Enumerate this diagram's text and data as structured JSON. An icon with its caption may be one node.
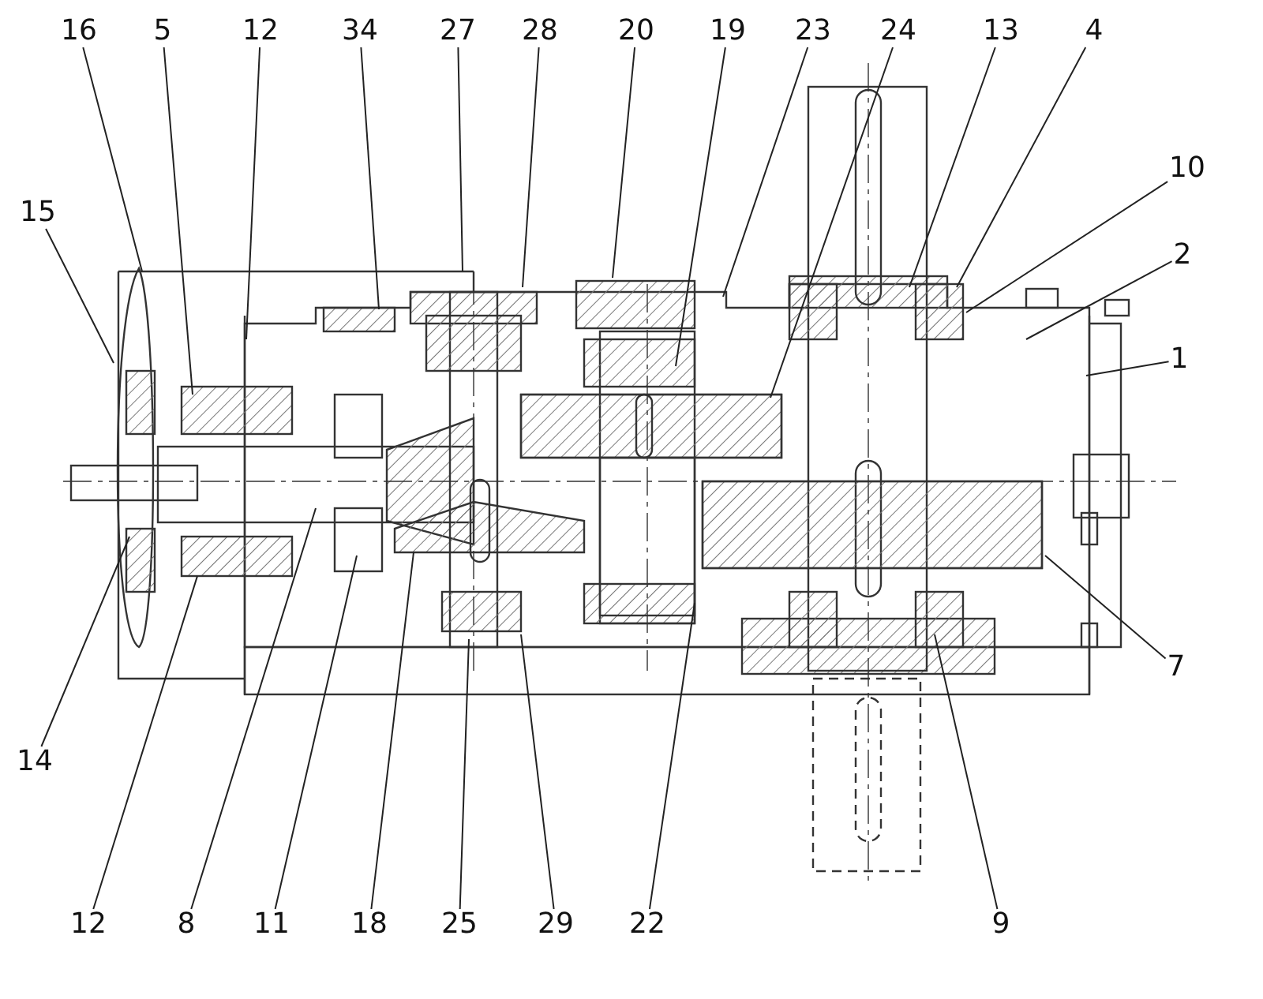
{
  "diagram": {
    "nodes": [
      {
        "text": [
          "16"
        ]
      },
      {
        "text": [
          "5"
        ]
      },
      {
        "text": [
          "12"
        ]
      },
      {
        "text": [
          "34"
        ]
      },
      {
        "text": [
          "27"
        ]
      },
      {
        "text": [
          "28"
        ]
      },
      {
        "text": [
          "20"
        ]
      },
      {
        "text": [
          "19"
        ]
      },
      {
        "text": [
          "23"
        ]
      },
      {
        "text": [
          "24"
        ]
      },
      {
        "text": [
          "13"
        ]
      },
      {
        "text": [
          "4"
        ]
      },
      {
        "text": [
          "10"
        ]
      },
      {
        "text": [
          "15"
        ]
      },
      {
        "text": [
          "2"
        ]
      },
      {
        "text": [
          "1"
        ]
      },
      {
        "text": [
          "7"
        ]
      },
      {
        "text": [
          "14"
        ]
      },
      {
        "text": [
          "12"
        ]
      },
      {
        "text": [
          "8"
        ]
      },
      {
        "text": [
          "11"
        ]
      },
      {
        "text": [
          "18"
        ]
      },
      {
        "text": [
          "25"
        ]
      },
      {
        "text": [
          "29"
        ]
      },
      {
        "text": [
          "22"
        ]
      },
      {
        "text": [
          "9"
        ]
      }
    ],
    "edges": [
      {
        "from": 0,
        "to": null,
        "arrow": "none"
      },
      {
        "from": 1,
        "to": null,
        "arrow": "none"
      },
      {
        "from": 2,
        "to": null,
        "arrow": "none"
      },
      {
        "from": 3,
        "to": null,
        "arrow": "none"
      },
      {
        "from": 4,
        "to": null,
        "arrow": "none"
      },
      {
        "from": 5,
        "to": null,
        "arrow": "none"
      },
      {
        "from": 6,
        "to": null,
        "arrow": "none"
      },
      {
        "from": 7,
        "to": null,
        "arrow": "none"
      },
      {
        "from": 8,
        "to": null,
        "arrow": "none"
      },
      {
        "from": 9,
        "to": null,
        "arrow": "none"
      },
      {
        "from": 10,
        "to": null,
        "arrow": "none"
      },
      {
        "from": 11,
        "to": null,
        "arrow": "none"
      },
      {
        "from": 12,
        "to": null,
        "arrow": "none"
      },
      {
        "from": 13,
        "to": null,
        "arrow": "none"
      },
      {
        "from": 14,
        "to": null,
        "arrow": "none"
      },
      {
        "from": 15,
        "to": null,
        "arrow": "none"
      },
      {
        "from": 16,
        "to": null,
        "arrow": "none"
      },
      {
        "from": 17,
        "to": null,
        "arrow": "none"
      },
      {
        "from": 18,
        "to": null,
        "arrow": "none"
      },
      {
        "from": 19,
        "to": null,
        "arrow": "none"
      },
      {
        "from": 20,
        "to": null,
        "arrow": "none"
      },
      {
        "from": 21,
        "to": null,
        "arrow": "none"
      },
      {
        "from": 22,
        "to": null,
        "arrow": "none"
      },
      {
        "from": 23,
        "to": null,
        "arrow": "none"
      },
      {
        "from": 24,
        "to": null,
        "arrow": "none"
      },
      {
        "from": 25,
        "to": null,
        "arrow": "none"
      }
    ]
  }
}
